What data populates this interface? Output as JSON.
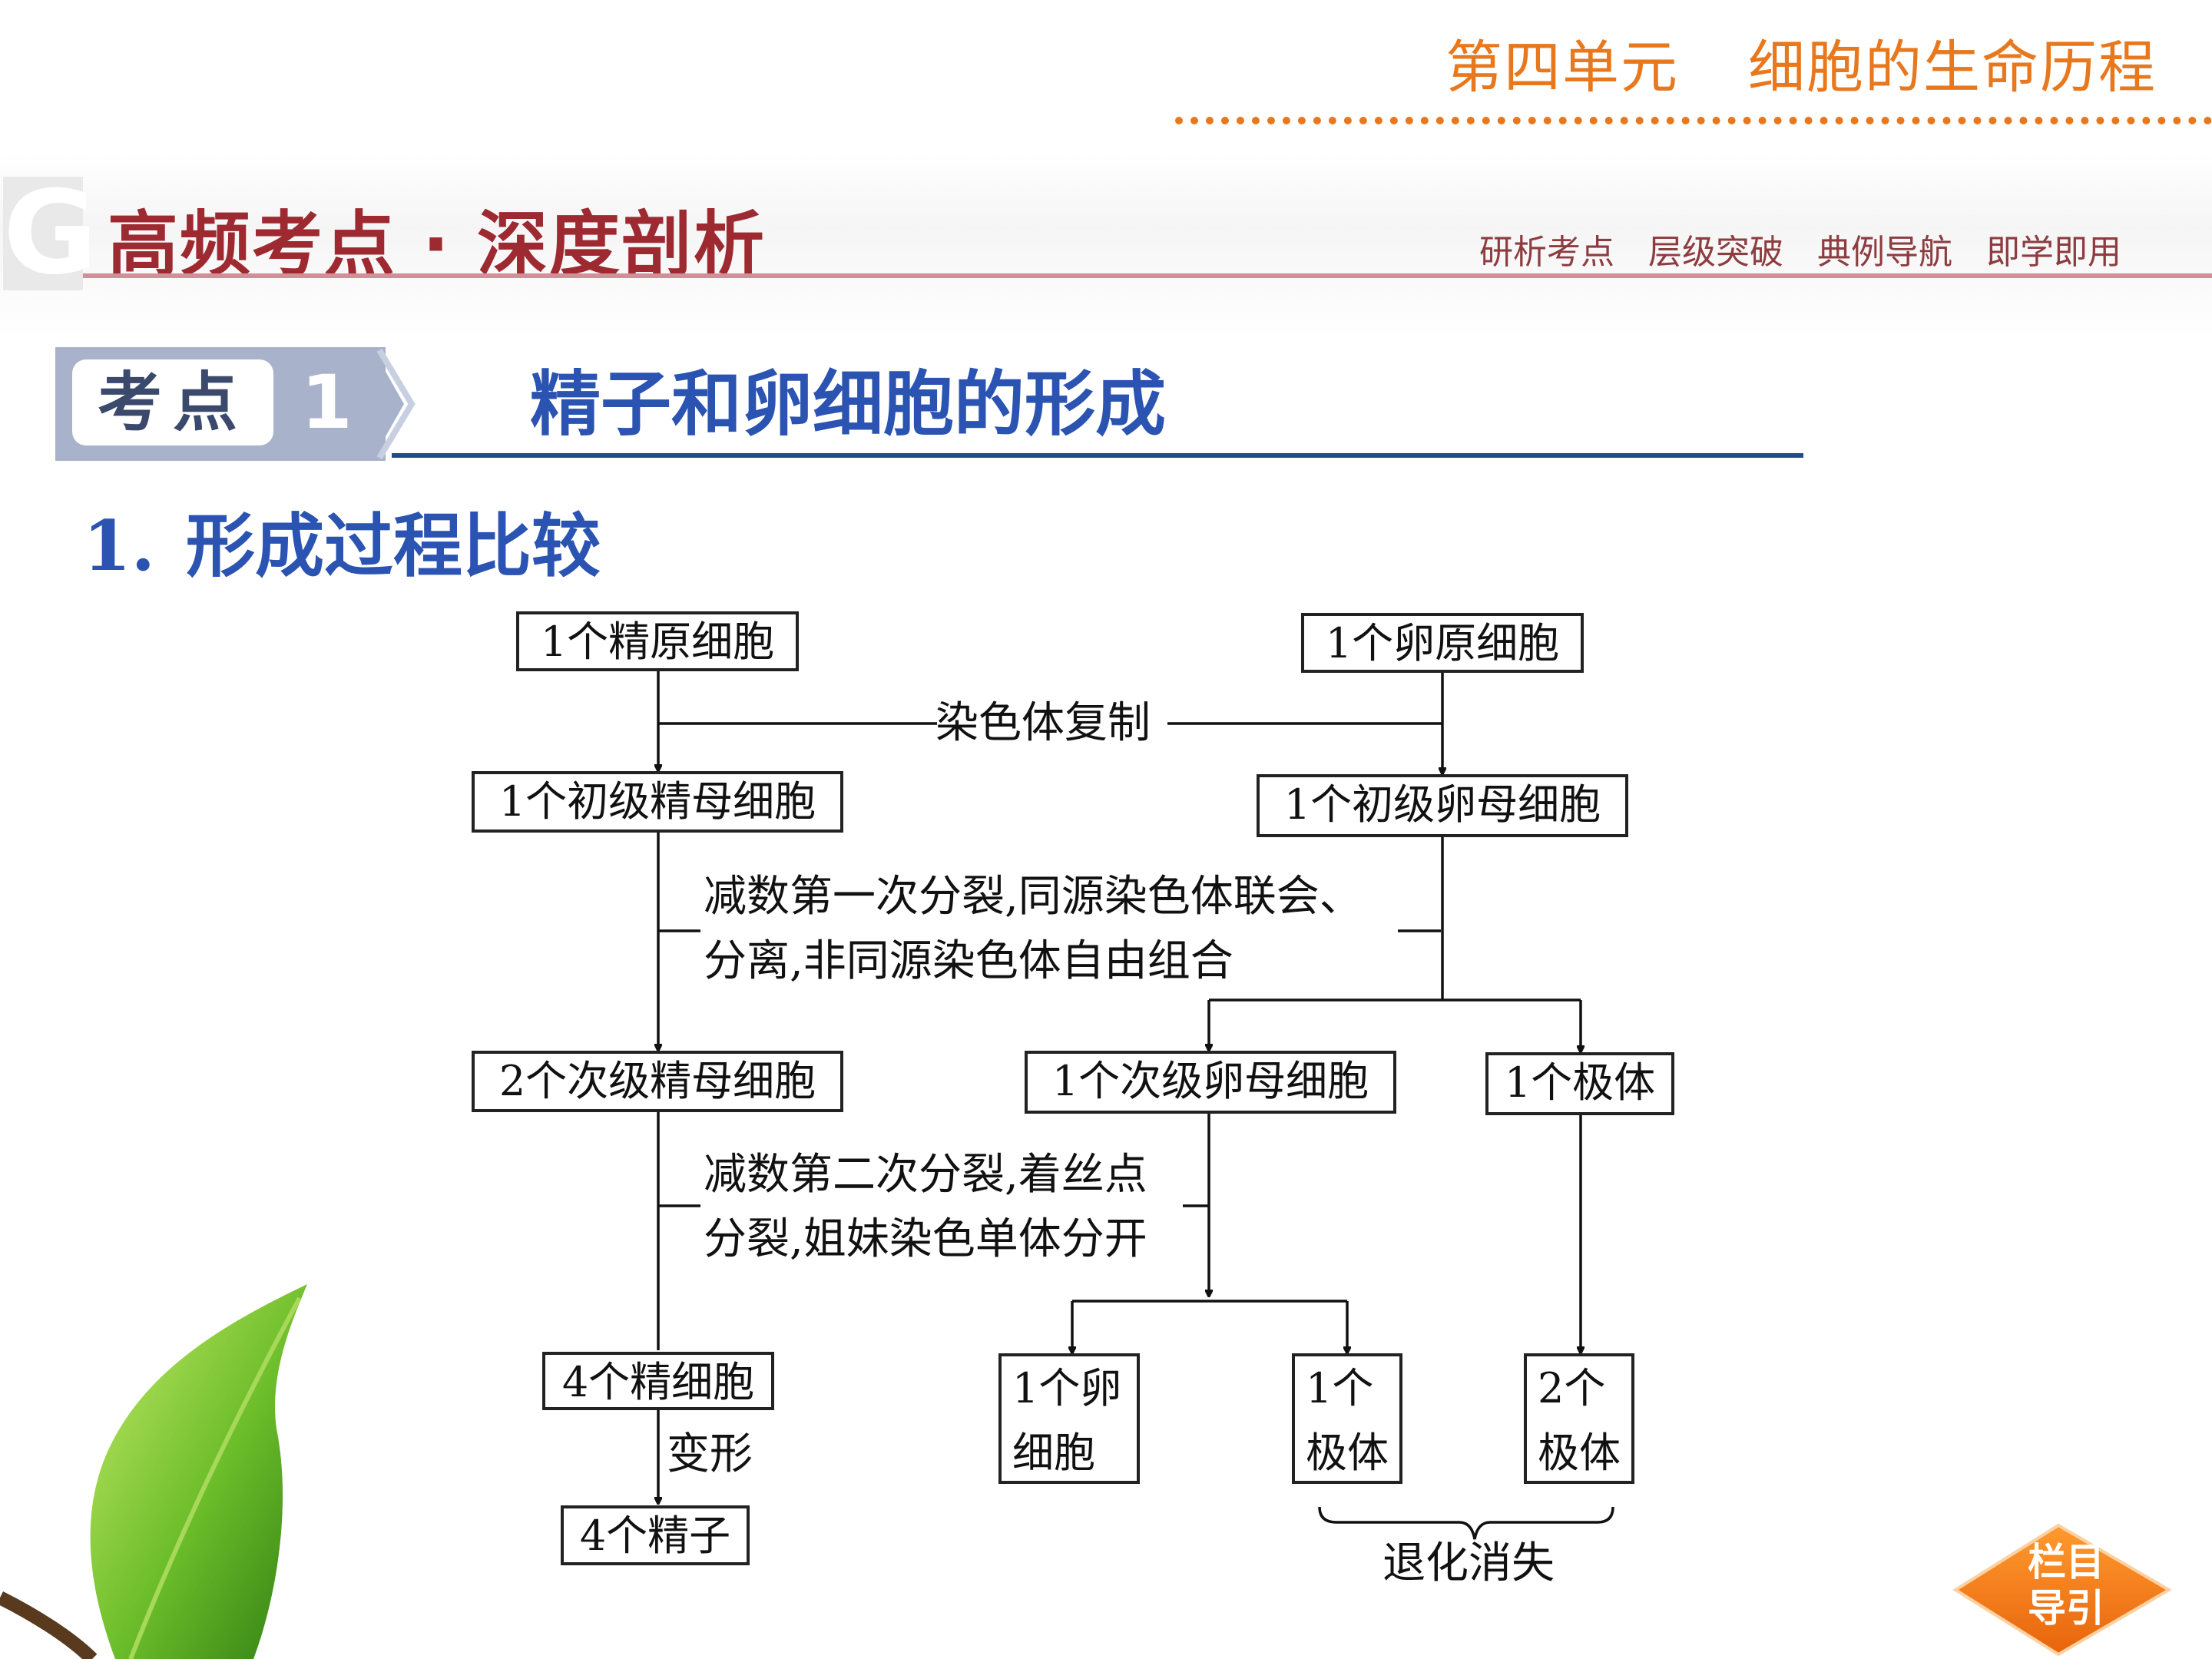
{
  "header": {
    "unit_label": "第四单元",
    "chapter_title": "细胞的生命历程"
  },
  "section": {
    "badge_letter": "G",
    "title": "高频考点 · 深度剖析",
    "subtitle_items": [
      "研析考点",
      "层级突破",
      "典例导航",
      "即学即用"
    ]
  },
  "topic": {
    "badge_label": "考点",
    "badge_number": "1",
    "title": "精子和卵细胞的形成"
  },
  "subsection": {
    "number": "1.",
    "title": "形成过程比较"
  },
  "diagram": {
    "sperm_origin": "1个精原细胞",
    "egg_origin": "1个卵原细胞",
    "replication_label": "染色体复制",
    "primary_spermatocyte": "1个初级精母细胞",
    "primary_oocyte": "1个初级卵母细胞",
    "meiosis1_line1": "减数第一次分裂,同源染色体联会、",
    "meiosis1_line2": "分离,非同源染色体自由组合",
    "secondary_spermatocytes": "2个次级精母细胞",
    "secondary_oocyte": "1个次级卵母细胞",
    "polar_body_1": "1个极体",
    "meiosis2_line1": "减数第二次分裂,着丝点",
    "meiosis2_line2": "分裂,姐妹染色单体分开",
    "spermatids": "4个精细胞",
    "egg_line1": "1个卵",
    "egg_line2": "细胞",
    "polar_body_2_line1": "1个",
    "polar_body_2_line2": "极体",
    "polar_body_3_line1": "2个",
    "polar_body_3_line2": "极体",
    "transform_label": "变形",
    "sperm": "4个精子",
    "degenerate_label": "退化消失"
  },
  "nav": {
    "line1": "栏目",
    "line2": "导引"
  },
  "colors": {
    "accent_orange": "#e8781e",
    "section_red": "#9d2a31",
    "topic_blue": "#2b53b2",
    "badge_gray": "#a8b2cb"
  }
}
